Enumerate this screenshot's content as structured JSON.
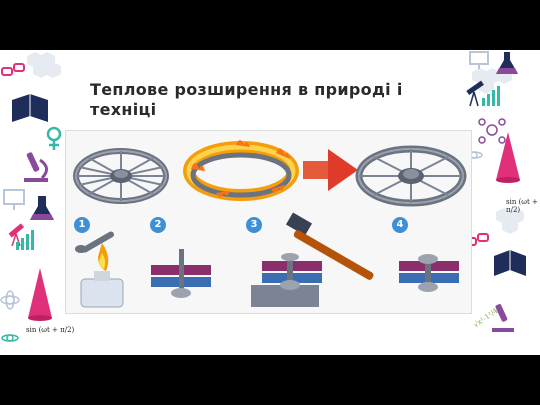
{
  "slide": {
    "title": "Теплове розширення в природі і техніці"
  },
  "figure": {
    "steps": [
      "1",
      "2",
      "3",
      "4"
    ]
  },
  "decorations": {
    "formula": "sin (ωt + π/2)",
    "scribble": "√x²-1²/4",
    "icons": [
      "microscope-icon",
      "book-icon",
      "flask-icon",
      "molecule-icon",
      "cone-icon",
      "atom-icon",
      "telescope-icon",
      "monitor-icon",
      "glasses-icon",
      "bar-chart-icon",
      "venus-icon",
      "hexagon-pattern"
    ]
  },
  "colors": {
    "background": "#000000",
    "slide": "#ffffff",
    "accent_pink": "#e0307a",
    "accent_teal": "#35b8a8",
    "accent_navy": "#1e2d5a",
    "badge_blue": "#3f8fd6"
  }
}
